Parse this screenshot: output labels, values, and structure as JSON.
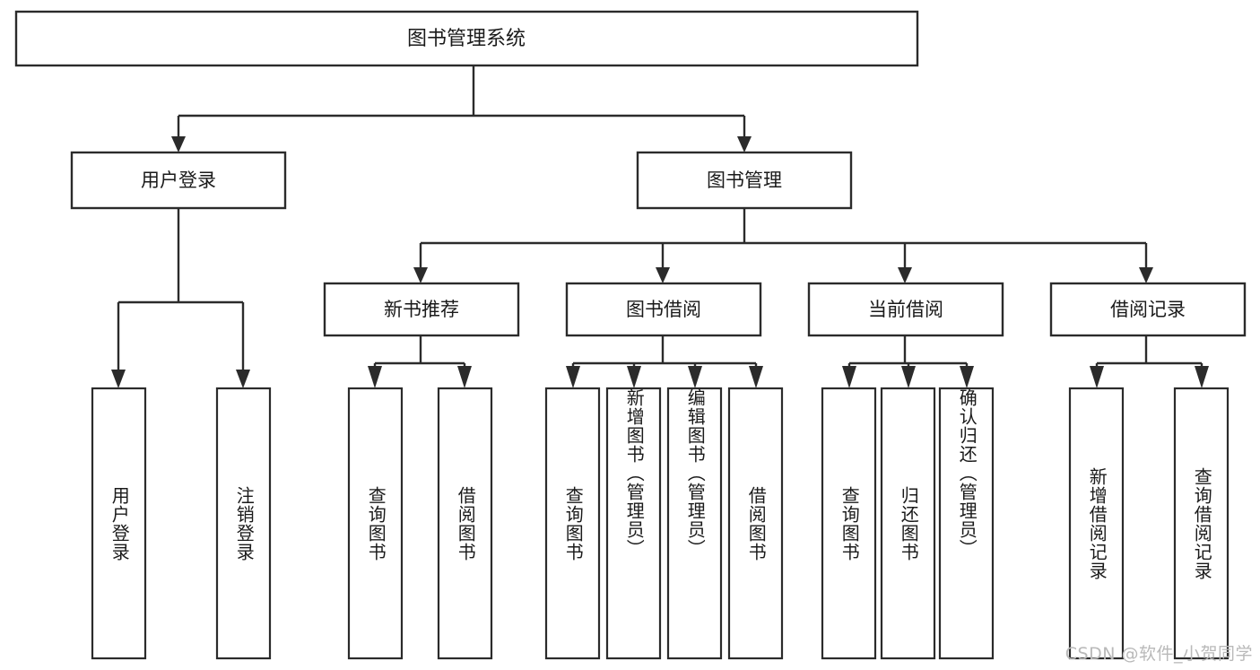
{
  "diagram": {
    "title": "图书管理系统",
    "type": "tree-hierarchy",
    "watermark": "CSDN @软件_小贺同学",
    "colors": {
      "stroke": "#2b2b2b",
      "fill": "#ffffff",
      "text": "#1a1a1a",
      "watermark": "#b9b9b9"
    },
    "root": {
      "label": "图书管理系统"
    },
    "level2": [
      {
        "label": "用户登录"
      },
      {
        "label": "图书管理"
      }
    ],
    "level3": [
      {
        "label": "新书推荐"
      },
      {
        "label": "图书借阅"
      },
      {
        "label": "当前借阅"
      },
      {
        "label": "借阅记录"
      }
    ],
    "groups": [
      {
        "parent": "用户登录",
        "leaves": [
          {
            "label": "用户登录"
          },
          {
            "label": "注销登录"
          }
        ]
      },
      {
        "parent": "新书推荐",
        "leaves": [
          {
            "label": "查询图书"
          },
          {
            "label": "借阅图书"
          }
        ]
      },
      {
        "parent": "图书借阅",
        "leaves": [
          {
            "label": "查询图书"
          },
          {
            "label": "新增图书（管理员）"
          },
          {
            "label": "编辑图书（管理员）"
          },
          {
            "label": "借阅图书"
          }
        ]
      },
      {
        "parent": "当前借阅",
        "leaves": [
          {
            "label": "查询图书"
          },
          {
            "label": "归还图书"
          },
          {
            "label": "确认归还（管理员）"
          }
        ]
      },
      {
        "parent": "借阅记录",
        "leaves": [
          {
            "label": "新增借阅记录"
          },
          {
            "label": "查询借阅记录"
          }
        ]
      }
    ],
    "leaf_labels_flat": [
      "用户登录",
      "注销登录",
      "查询图书",
      "借阅图书",
      "查询图书",
      "新增图书（管理员）",
      "编辑图书（管理员）",
      "借阅图书",
      "查询图书",
      "归还图书",
      "确认归还（管理员）",
      "新增借阅记录",
      "查询借阅记录"
    ]
  }
}
